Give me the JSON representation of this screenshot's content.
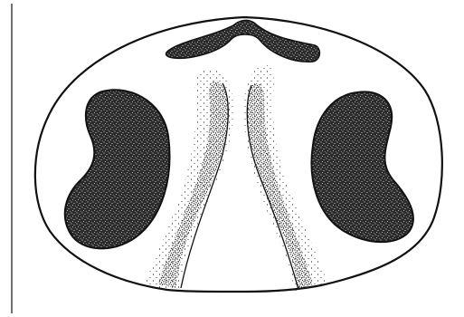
{
  "figure": {
    "colors": {
      "background": "#ffffff",
      "ink": "#111111",
      "stipple": "#1a1a1a"
    },
    "parts": [
      {
        "id": "outer-outline",
        "icon": "oval-outline"
      },
      {
        "id": "top-crescent",
        "icon": "stippled-crescent"
      },
      {
        "id": "left-kidney",
        "icon": "stippled-kidney"
      },
      {
        "id": "right-kidney",
        "icon": "stippled-kidney"
      },
      {
        "id": "left-band",
        "icon": "stippled-band"
      },
      {
        "id": "right-band",
        "icon": "stippled-band"
      }
    ]
  }
}
